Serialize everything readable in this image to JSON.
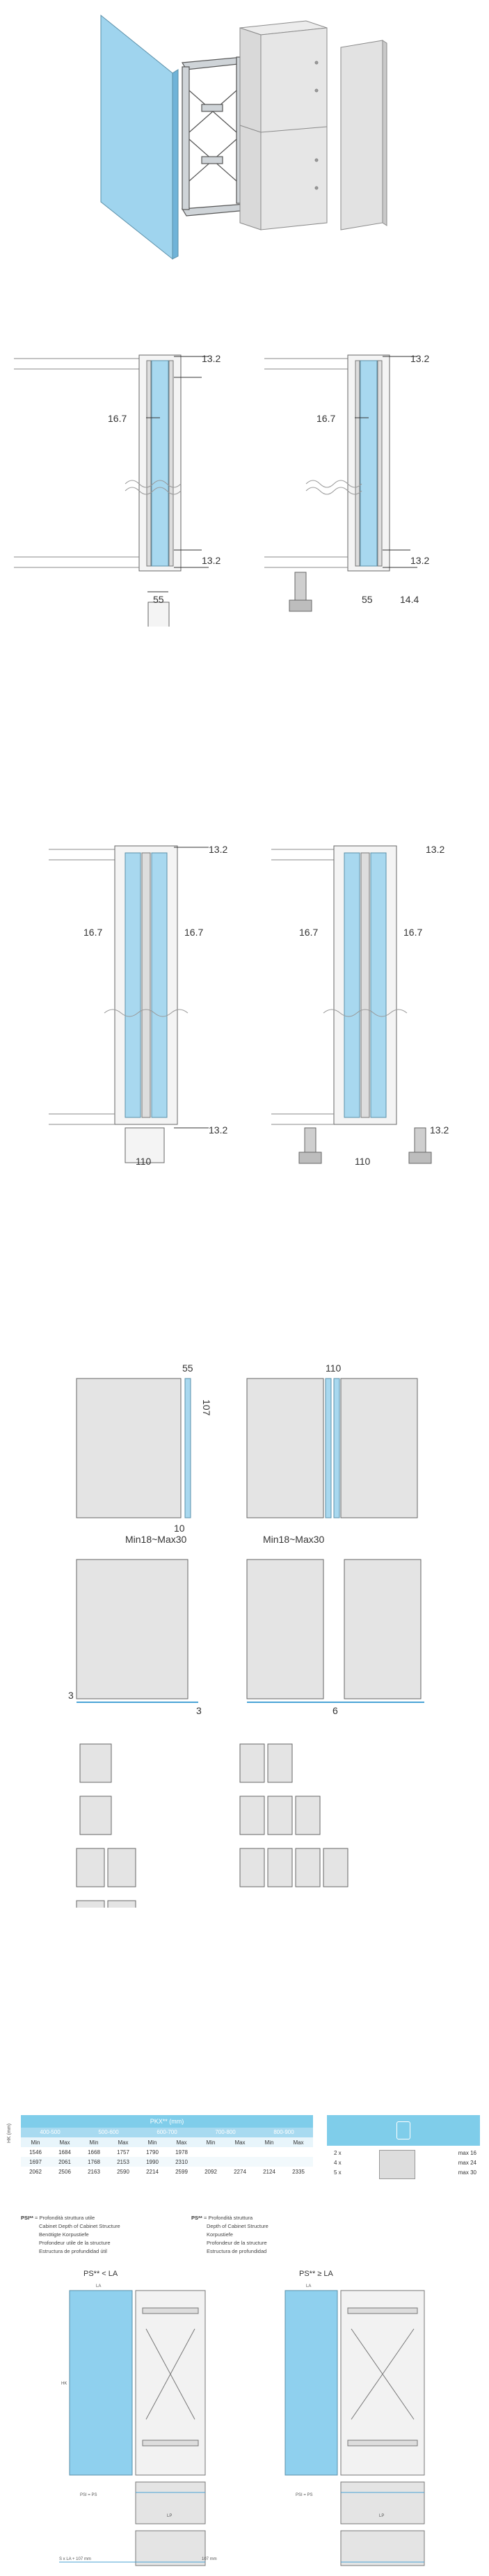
{
  "section2": {
    "dim_top": "13.2",
    "dim_side": "16.7",
    "dim_bottom": "13.2",
    "dim_width_left": "55",
    "dim_width_right": "55",
    "dim_plinth": "14.4"
  },
  "section3": {
    "dim_top": "13.2",
    "dim_side": "16.7",
    "dim_bottom": "13.2",
    "dim_width": "110"
  },
  "section4": {
    "dim_55": "55",
    "dim_107": "107",
    "dim_10": "10",
    "dim_110": "110",
    "label_left": "Min18~Max30",
    "label_right": "Min18~Max30",
    "gap3": "3",
    "gap6": "6"
  },
  "table": {
    "header_main": "PKX** (mm)",
    "hk_label": "HK (mm)",
    "groups": [
      "400-500",
      "500-600",
      "600-700",
      "700-800",
      "800-900"
    ],
    "sub": [
      "Min",
      "Max"
    ],
    "rows": [
      [
        "1546",
        "1684",
        "1668",
        "1757",
        "1790",
        "1978",
        "",
        "",
        "",
        "",
        ""
      ],
      [
        "1697",
        "2061",
        "1768",
        "2153",
        "1990",
        "2310",
        "",
        "",
        "",
        "",
        ""
      ],
      [
        "2062",
        "2506",
        "2163",
        "2590",
        "2214",
        "2599",
        "2092",
        "2274",
        "2124",
        "2335",
        ""
      ]
    ],
    "quantities": [
      "2 x",
      "4 x",
      "5 x"
    ],
    "max_values": [
      "max 16",
      "max 24",
      "max 30"
    ]
  },
  "legend": {
    "left_key": "PSI**",
    "left_lines": [
      "= Profondità struttura utile",
      "Cabinet Depth of Cabinet Structure",
      "Benötigte Korpustiefe",
      "Profondeur utile de la structure",
      "Estructura de profundidad útil"
    ],
    "right_key": "PS**",
    "right_lines": [
      "= Profondità struttura",
      "Depth of Cabinet Structure",
      "Korpustiefe",
      "Profondeur de la structure",
      "Estructura de profundidad"
    ]
  },
  "section6": {
    "title_left": "PS** < LA",
    "title_right": "PS** ≥ LA",
    "la": "LA",
    "hk": "HK",
    "lp": "LP",
    "psi_ps": "PSI = PS",
    "bottom_left": "S x LA + 107 mm",
    "bottom_right": "107 mm"
  }
}
